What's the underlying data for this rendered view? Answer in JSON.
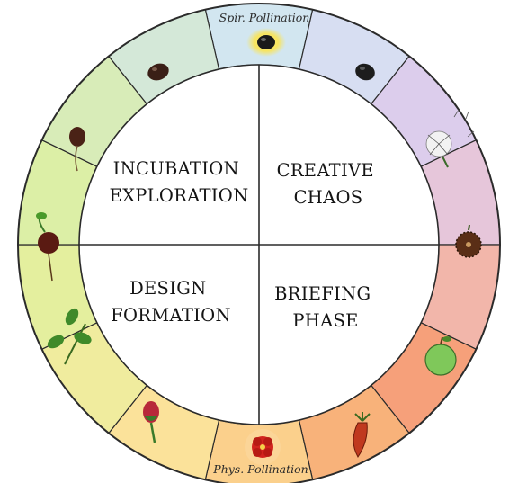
{
  "quadrants": {
    "top_left": [
      "INCUBATION",
      "EXPLORATION"
    ],
    "top_right": [
      "CREATIVE",
      "CHAOS"
    ],
    "bottom_left": [
      "DESIGN",
      "FORMATION"
    ],
    "bottom_right": [
      "BRIEFING",
      "PHASE"
    ]
  },
  "ring_labels": {
    "top": "Spir. Pollination",
    "bottom": "Phys. Pollination"
  },
  "segments": [
    {
      "position": "top",
      "color": "#d2e6f0",
      "icon": "seed-glow-icon"
    },
    {
      "position": "top-right-1",
      "color": "#d7def2",
      "icon": "seed-icon"
    },
    {
      "position": "top-right-2",
      "color": "#dccdec",
      "icon": "dandelion-icon"
    },
    {
      "position": "right-upper",
      "color": "#e6c6da",
      "icon": "chestnut-icon"
    },
    {
      "position": "right-lower",
      "color": "#f2b6aa",
      "icon": ""
    },
    {
      "position": "bottom-right-1",
      "color": "#f6a07a",
      "icon": "apple-icon"
    },
    {
      "position": "bottom-right-2",
      "color": "#f8b27a",
      "icon": "rosehip-icon"
    },
    {
      "position": "bottom",
      "color": "#fbd08c",
      "icon": "flower-icon"
    },
    {
      "position": "bottom-left-1",
      "color": "#fbe29a",
      "icon": "bud-icon"
    },
    {
      "position": "bottom-left-2",
      "color": "#f0ec9e",
      "icon": "leaves-icon"
    },
    {
      "position": "left-lower",
      "color": "#e4ef9e",
      "icon": "seedling-icon"
    },
    {
      "position": "left-upper",
      "color": "#dcefa6",
      "icon": "sprout-icon"
    },
    {
      "position": "top-left-1",
      "color": "#d8ecb8",
      "icon": "bean-icon"
    },
    {
      "position": "top-left-2",
      "color": "#d4e8d8",
      "icon": ""
    }
  ]
}
